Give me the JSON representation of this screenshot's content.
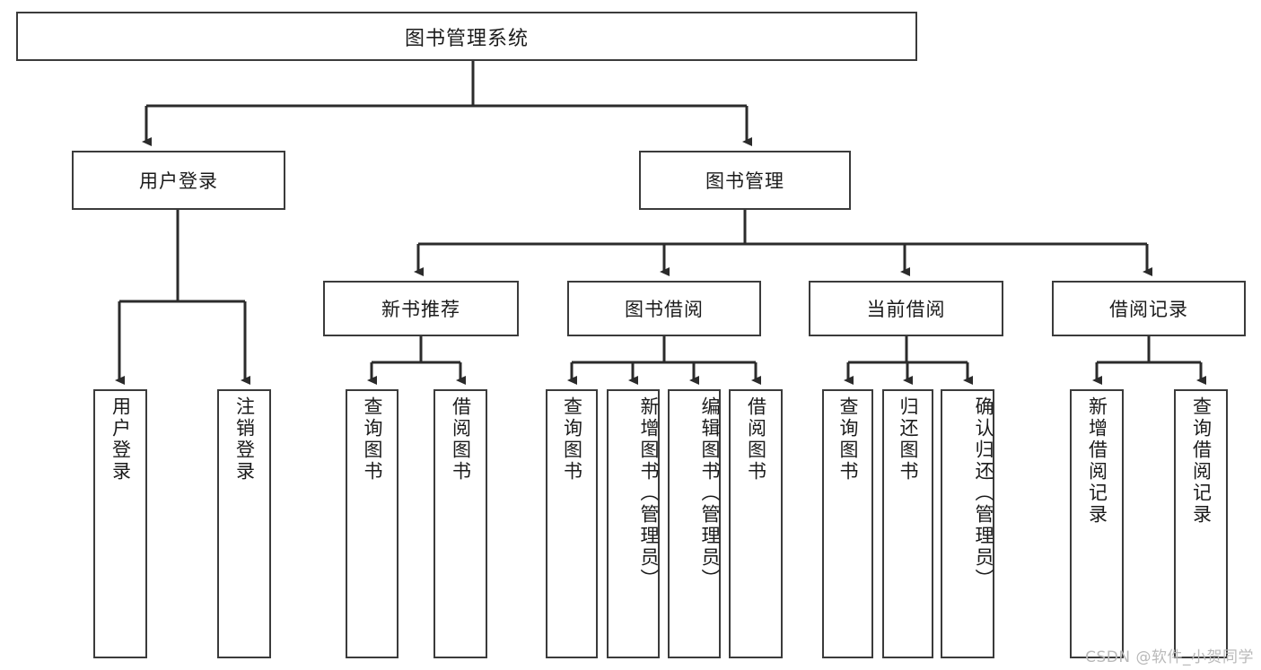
{
  "diagram": {
    "title": "图书管理系统",
    "watermark": "CSDN @软件_小贺同学",
    "type": "tree",
    "orientation": "top-down",
    "colors": {
      "box_border": "#3b3b3b",
      "box_fill": "#ffffff",
      "edge": "#2b2b2b",
      "text": "#1b1b1b",
      "watermark": "#b9b9b9",
      "background": "#ffffff"
    },
    "nodes": {
      "root": {
        "label": "图书管理系统",
        "level": 0
      },
      "level1": [
        {
          "id": "user_login",
          "label": "用户登录"
        },
        {
          "id": "book_manage",
          "label": "图书管理"
        }
      ],
      "level2": [
        {
          "id": "new_book_rec",
          "label": "新书推荐",
          "parent": "book_manage"
        },
        {
          "id": "book_borrow",
          "label": "图书借阅",
          "parent": "book_manage"
        },
        {
          "id": "current_borrow",
          "label": "当前借阅",
          "parent": "book_manage"
        },
        {
          "id": "borrow_record",
          "label": "借阅记录",
          "parent": "book_manage"
        }
      ],
      "leaves": {
        "user_login": [
          {
            "id": "leaf_user_login",
            "label": "用户登录"
          },
          {
            "id": "leaf_logout",
            "label": "注销登录"
          }
        ],
        "new_book_rec": [
          {
            "id": "leaf_query_book_1",
            "label": "查询图书"
          },
          {
            "id": "leaf_borrow_book_1",
            "label": "借阅图书"
          }
        ],
        "book_borrow": [
          {
            "id": "leaf_query_book_2",
            "label": "查询图书"
          },
          {
            "id": "leaf_add_book",
            "label": "新增图书（管理员）"
          },
          {
            "id": "leaf_edit_book",
            "label": "编辑图书（管理员）"
          },
          {
            "id": "leaf_borrow_book_2",
            "label": "借阅图书"
          }
        ],
        "current_borrow": [
          {
            "id": "leaf_query_book_3",
            "label": "查询图书"
          },
          {
            "id": "leaf_return_book",
            "label": "归还图书"
          },
          {
            "id": "leaf_confirm_return",
            "label": "确认归还（管理员）"
          }
        ],
        "borrow_record": [
          {
            "id": "leaf_add_record",
            "label": "新增借阅记录"
          },
          {
            "id": "leaf_query_record",
            "label": "查询借阅记录"
          }
        ]
      }
    }
  }
}
